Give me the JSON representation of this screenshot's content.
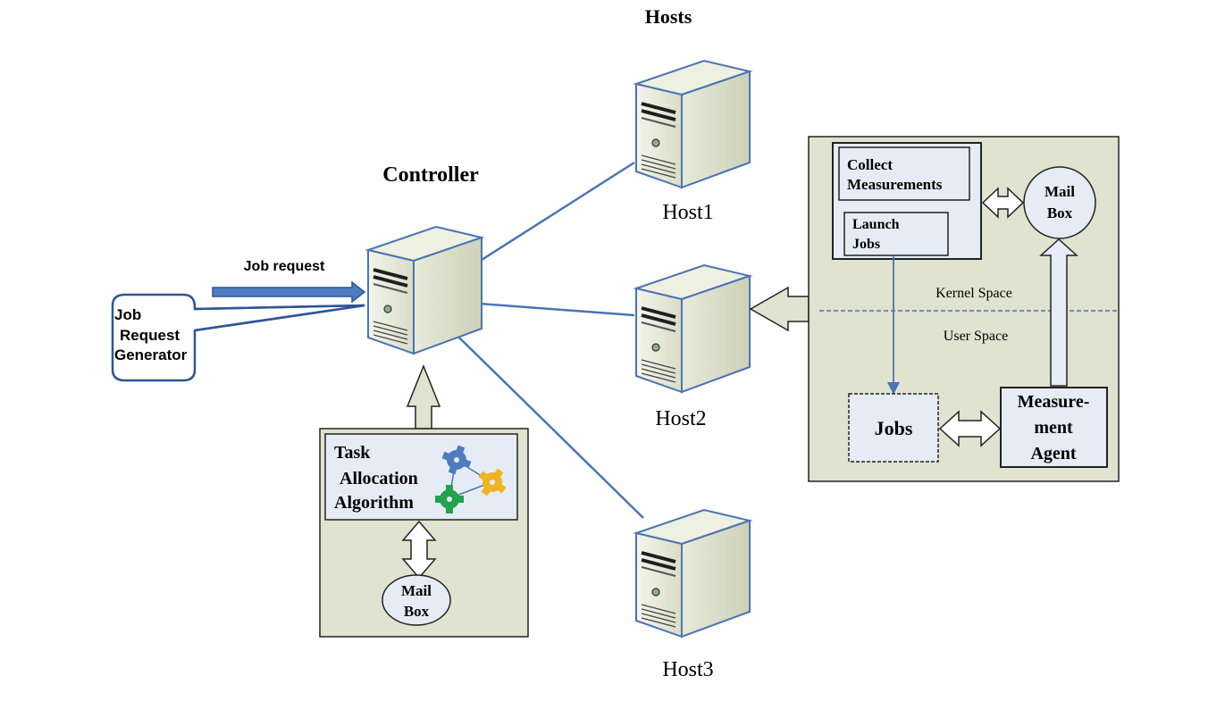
{
  "labels": {
    "hosts_title": "Hosts",
    "controller_title": "Controller",
    "host1": "Host1",
    "host2": "Host2",
    "host3": "Host3",
    "job_request": "Job request"
  },
  "generator": {
    "line1": "Job",
    "line2": "Request",
    "line3": "Generator"
  },
  "task_panel": {
    "line1": "Task",
    "line2": "Allocation",
    "line3": "Algorithm",
    "mailbox_line1": "Mail",
    "mailbox_line2": "Box"
  },
  "host_panel": {
    "collect_line1": "Collect",
    "collect_line2": "Measurements",
    "launch_line1": "Launch",
    "launch_line2": "Jobs",
    "mailbox_line1": "Mail",
    "mailbox_line2": "Box",
    "kernel_space": "Kernel Space",
    "user_space": "User Space",
    "jobs": "Jobs",
    "agent_line1": "Measure-",
    "agent_line2": "ment",
    "agent_line3": "Agent"
  },
  "colors": {
    "panel_fill": "#dfe3cf",
    "inner_fill": "#e6ecf5",
    "link_blue": "#4a74b4",
    "arrow_blue": "#4e7bbf",
    "server_fill": "#e5e8d6",
    "server_edge": "#4a74b4"
  }
}
